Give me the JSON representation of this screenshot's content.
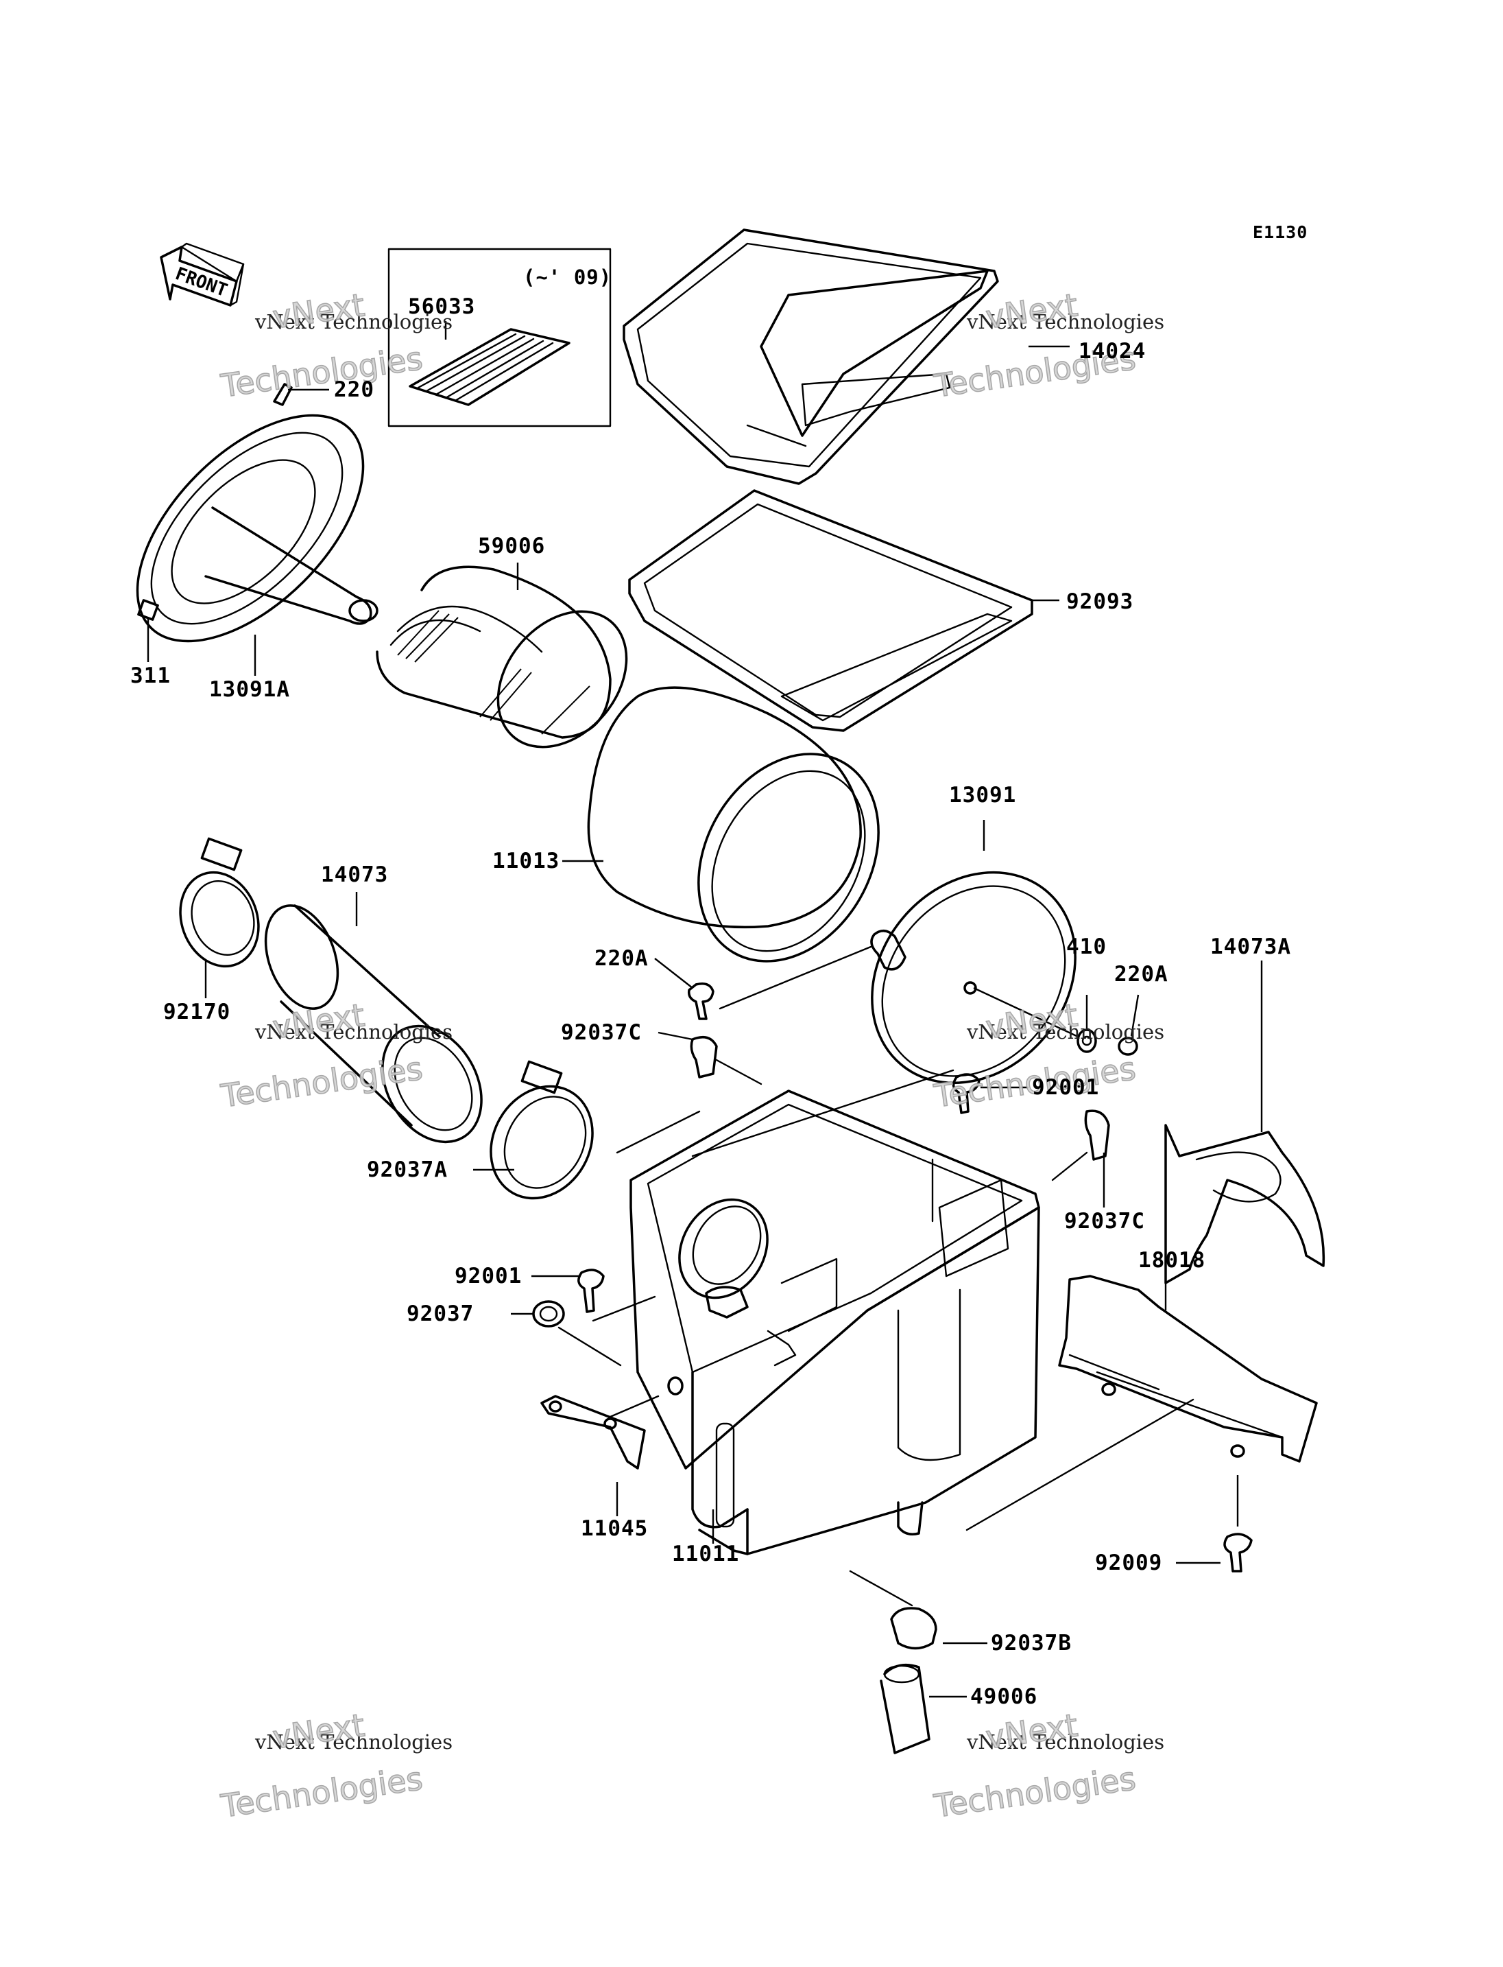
{
  "diagram": {
    "code": "E1130",
    "front_label": "FRONT",
    "note_box_label": "(~' 09)",
    "watermark": {
      "brand": "vNext",
      "line": "vNext Technologies",
      "word": "Technologies"
    },
    "part_numbers": {
      "p56033": "56033",
      "p220": "220",
      "p14024": "14024",
      "p59006": "59006",
      "p92093": "92093",
      "p311": "311",
      "p13091A": "13091A",
      "p13091": "13091",
      "p11013": "11013",
      "p14073": "14073",
      "p92170": "92170",
      "p220A_left": "220A",
      "p410": "410",
      "p220A_right": "220A",
      "p14073A": "14073A",
      "p92037C_left": "92037C",
      "p92001_right": "92001",
      "p92037A": "92037A",
      "p92037C_right": "92037C",
      "p18018": "18018",
      "p92001_left": "92001",
      "p92037": "92037",
      "p11045": "11045",
      "p11011": "11011",
      "p92009": "92009",
      "p92037B": "92037B",
      "p49006": "49006"
    }
  }
}
